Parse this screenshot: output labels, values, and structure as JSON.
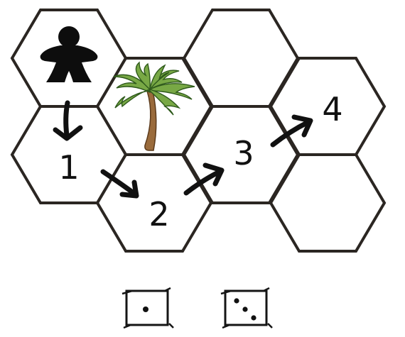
{
  "board": {
    "tiles": [
      {
        "id": "meeple-start",
        "content": "meeple-icon"
      },
      {
        "id": "palm-obstacle",
        "content": "palm-tree-icon"
      },
      {
        "id": "empty-top-right",
        "content": ""
      },
      {
        "id": "step-1",
        "content": "step-number"
      },
      {
        "id": "step-3",
        "content": "step-number"
      },
      {
        "id": "step-4",
        "content": "step-number"
      },
      {
        "id": "step-2",
        "content": "step-number"
      },
      {
        "id": "empty-bottom-right",
        "content": ""
      }
    ],
    "steps": [
      "1",
      "2",
      "3",
      "4"
    ],
    "colors": {
      "outline": "#2b2622",
      "meeple": "#0d0d0d",
      "palm_leaf": "#78a845",
      "palm_trunk": "#9a6b3c"
    }
  },
  "dice": [
    {
      "name": "die-one",
      "pips": 1
    },
    {
      "name": "die-three",
      "pips": 3
    }
  ]
}
